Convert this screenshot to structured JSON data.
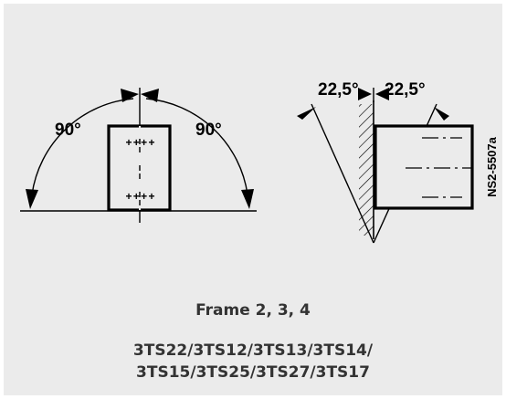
{
  "diagram": {
    "left_angle_label": "90°",
    "right_angle_label": "90°",
    "left_marks": {
      "top_row": "+ + + +",
      "bottom_row": "+ + + +"
    },
    "tilt_left_label": "22,5°",
    "tilt_right_label": "22,5°",
    "drawing_code": "NS2-5507a"
  },
  "caption": {
    "frame": "Frame 2, 3, 4",
    "models_line1": "3TS22/3TS12/3TS13/3TS14/",
    "models_line2": "3TS15/3TS25/3TS27/3TS17"
  }
}
